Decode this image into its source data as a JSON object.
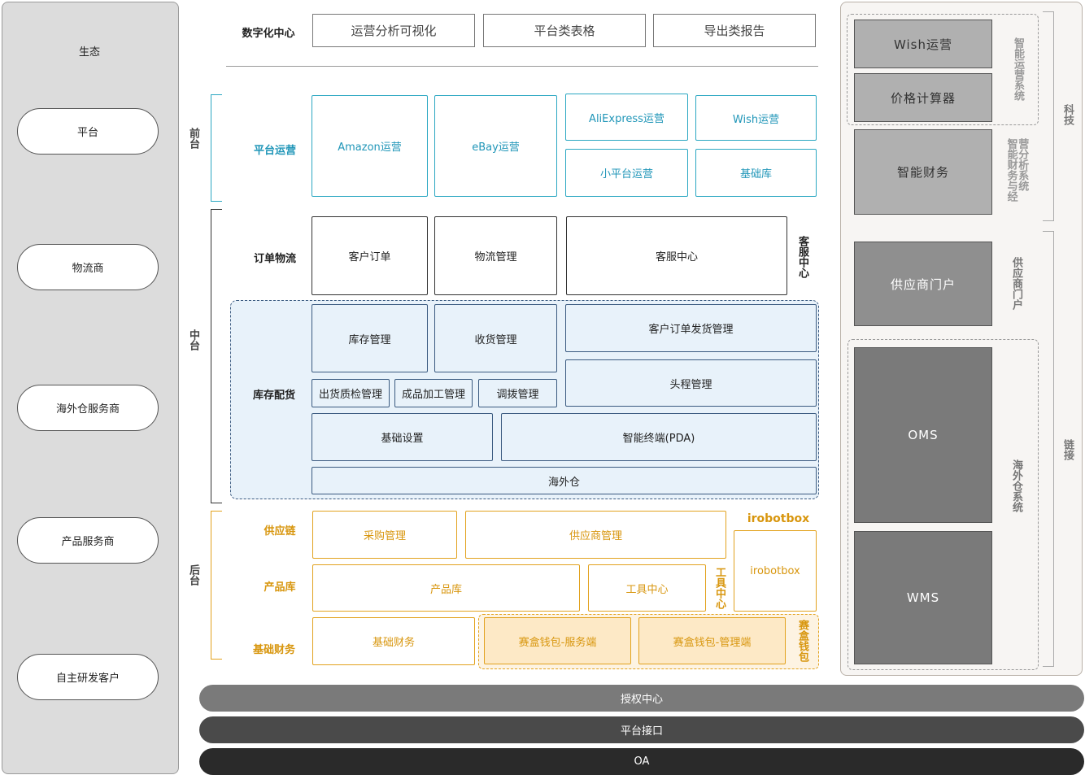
{
  "eco": {
    "title": "生态",
    "items": [
      "平台",
      "物流商",
      "海外仓服务商",
      "产品服务商",
      "自主研发客户"
    ]
  },
  "digital_center": {
    "label": "数字化中心",
    "buttons": [
      "运营分析可视化",
      "平台类表格",
      "导出类报告"
    ]
  },
  "tiers": {
    "front": "前台",
    "middle": "中台",
    "back": "后台"
  },
  "platform_ops": {
    "label": "平台运营",
    "amazon": "Amazon运营",
    "ebay": "eBay运营",
    "aliexpress": "AliExpress运营",
    "wish": "Wish运营",
    "small": "小平台运营",
    "base": "基础库"
  },
  "order_logistics": {
    "label": "订单物流",
    "customer_order": "客户订单",
    "logistics": "物流管理",
    "service_center": "客服中心",
    "service_center_v": "客服中心"
  },
  "warehouse": {
    "label": "库存配货",
    "inventory": "库存管理",
    "receiving": "收货管理",
    "shipping": "客户订单发货管理",
    "qc": "出货质检管理",
    "processing": "成品加工管理",
    "transfer": "调拨管理",
    "first_leg": "头程管理",
    "settings": "基础设置",
    "pda": "智能终端(PDA)",
    "overseas": "海外仓"
  },
  "back": {
    "supply_label": "供应链",
    "product_label": "产品库",
    "finance_label": "基础财务",
    "purchase": "采购管理",
    "supplier_mgmt": "供应商管理",
    "product_lib": "产品库",
    "tool_center": "工具中心",
    "tool_center_v": "工具中心",
    "finance": "基础财务",
    "wallet_server": "赛盒钱包-服务端",
    "wallet_admin": "赛盒钱包-管理端",
    "wallet_v": "赛盒钱包",
    "irobot_title": "irobotbox",
    "irobot_box": "irobotbox"
  },
  "right": {
    "wish_ops": "Wish运营",
    "price_calc": "价格计算器",
    "smart_ops_v": "智能运营系统",
    "smart_finance": "智能财务",
    "finance_v": "智能财务与经营分析系统",
    "tech_v": "科技",
    "supplier_portal": "供应商门户",
    "supplier_portal_v": "供应商门户",
    "oms": "OMS",
    "wms": "WMS",
    "wh_system_v": "海外仓系统",
    "link_v": "链接"
  },
  "bars": [
    "授权中心",
    "平台接口",
    "OA"
  ],
  "colors": {
    "cyan": "#2ba7c2",
    "orange": "#e2a21e",
    "blue_fill": "#e8f2fa",
    "bar1": "#7a7a7a",
    "bar2": "#4a4a4a",
    "bar3": "#2a2a2a"
  }
}
